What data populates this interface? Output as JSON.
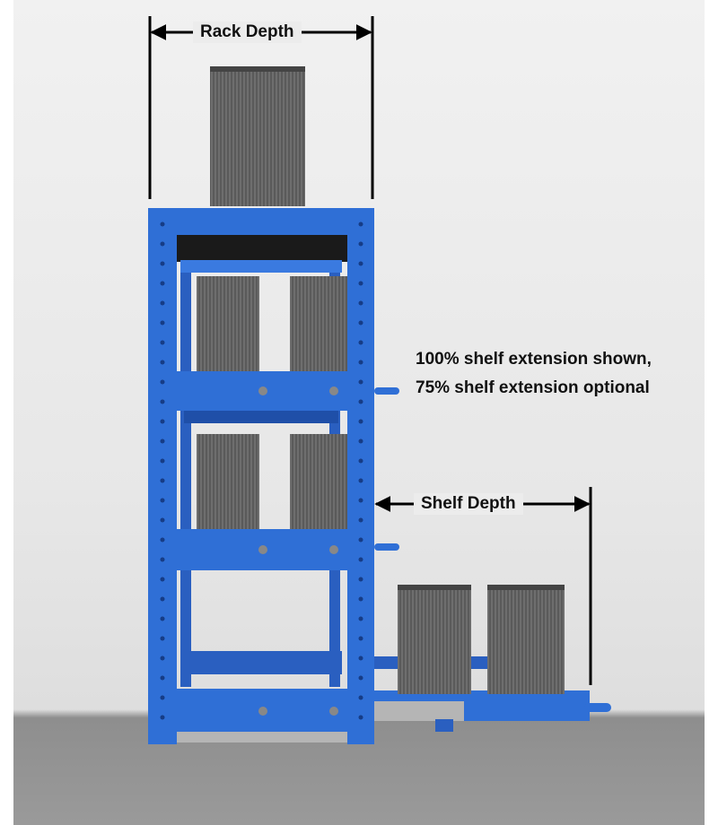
{
  "labels": {
    "rack_depth": "Rack Depth",
    "shelf_depth": "Shelf Depth",
    "extension_note_line1": "100% shelf extension shown,",
    "extension_note_line2": "75% shelf extension optional"
  },
  "colors": {
    "frame_blue": "#2f6fd6",
    "frame_blue_dark": "#1f4fa8",
    "battery_gray": "#5c5c5c",
    "dimension_line": "#000000"
  }
}
